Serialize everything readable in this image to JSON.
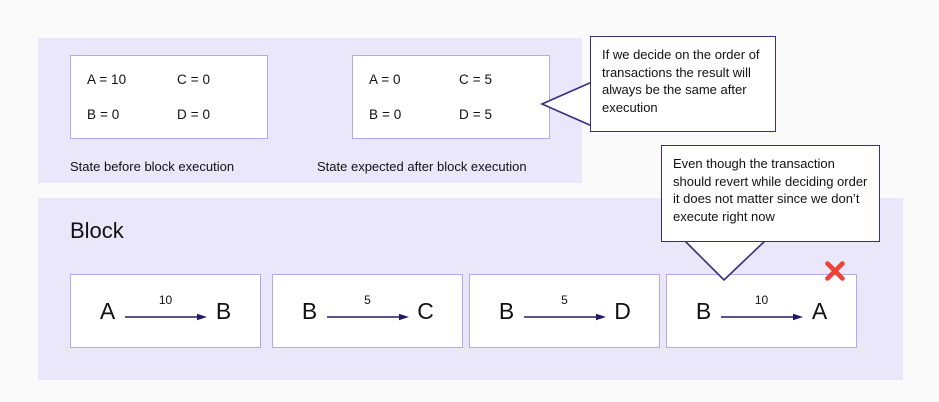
{
  "theme": {
    "page_background": "#fafafa",
    "panel_background": "#eae7fb",
    "box_border": "#b3a8ef",
    "box_fill": "#ffffff",
    "callout_border": "#3b2c7e",
    "arrow_color": "#221a66",
    "revert_marker": "#ef4136",
    "text": "#111111"
  },
  "state_section": {
    "before": {
      "caption": "State before block execution",
      "cells": [
        "A = 10",
        "C = 0",
        "B = 0",
        "D = 0"
      ]
    },
    "after": {
      "caption": "State expected after block execution",
      "cells": [
        "A = 0",
        "C = 5",
        "B = 0",
        "D = 5"
      ]
    }
  },
  "block_section": {
    "title": "Block",
    "transactions": [
      {
        "from": "A",
        "amount": "10",
        "to": "B",
        "reverts": false
      },
      {
        "from": "B",
        "amount": "5",
        "to": "C",
        "reverts": false
      },
      {
        "from": "B",
        "amount": "5",
        "to": "D",
        "reverts": false
      },
      {
        "from": "B",
        "amount": "10",
        "to": "A",
        "reverts": true
      }
    ]
  },
  "callouts": {
    "order": {
      "text": "If we decide on the order of transactions the result will always be the same after execution"
    },
    "revert": {
      "text": "Even though the transaction should revert while deciding order it does not matter since we don’t execute right now"
    }
  },
  "icons": {
    "revert_x": "x-mark-icon",
    "arrow": "right-arrow-icon"
  }
}
